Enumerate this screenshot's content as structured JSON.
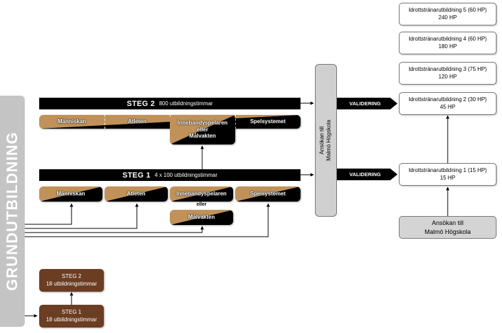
{
  "sidebar": {
    "label": "GRUNDUTBILDNING"
  },
  "steg2": {
    "title": "STEG 2",
    "subtitle": "800 utbildningstimmar"
  },
  "steg1": {
    "title": "STEG 1",
    "subtitle": "4 x 100 utbildningstimmar"
  },
  "modules_steg2": {
    "manniskan": "Människan",
    "atleten": "Atleten",
    "innebandy_line1": "Innebandyspelaren",
    "innebandy_line2": "eller",
    "innebandy_line3": "Målvakten",
    "spelsystemet": "Spelsystemet"
  },
  "modules_steg1": {
    "manniskan": "Människan",
    "atleten": "Atleten",
    "innebandyspelaren": "Innebandyspelaren",
    "eller": "eller",
    "malvakten": "Målvakten",
    "spelsystemet": "Spelsystemet"
  },
  "ansokan_pill": {
    "line1": "Ansökan till",
    "line2": "Malmö Högskola"
  },
  "validering": [
    "VALIDERING",
    "VALIDERING"
  ],
  "hp_boxes": [
    {
      "line1": "Idrottstränarutbildning 5 (60 HP)",
      "line2": "240 HP"
    },
    {
      "line1": "Idrottstränarutbildning 4 (60 HP)",
      "line2": "180 HP"
    },
    {
      "line1": "Idrottstränarutbildning 3 (75 HP)",
      "line2": "120 HP"
    },
    {
      "line1": "Idrottstränarutbildning 2 (30 HP)",
      "line2": "45 HP"
    },
    {
      "line1": "Idrottstränarutbildning 1 (15 HP)",
      "line2": "15 HP"
    }
  ],
  "ansokan_box": {
    "line1": "Ansökan till",
    "line2": "Malmö Högskola"
  },
  "grund": [
    {
      "line1": "STEG 2",
      "line2": "18 utbildningstimmar"
    },
    {
      "line1": "STEG 1",
      "line2": "18 utbildningstimmar"
    }
  ],
  "colors": {
    "brown_module": "#c0925a",
    "dark_brown": "#6b3d22",
    "grey": "#c4c4c4",
    "black": "#000000"
  }
}
